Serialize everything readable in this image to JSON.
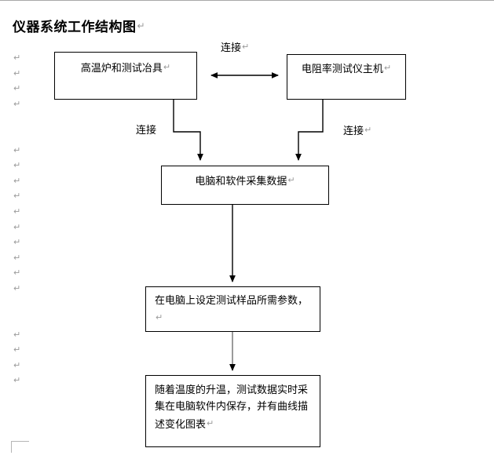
{
  "document": {
    "title": "仪器系统工作结构图",
    "pilcrow_glyph": "↵",
    "margin_marks_count": 22
  },
  "flowchart": {
    "boxes": [
      {
        "id": "furnace",
        "label": "高温炉和测试冶具"
      },
      {
        "id": "host",
        "label": "电阻率测试仪主机"
      },
      {
        "id": "acquire",
        "label": "电脑和软件采集数据"
      },
      {
        "id": "params",
        "label": "在电脑上设定测试样品所需参数，"
      },
      {
        "id": "record",
        "label": "随着温度的升温，测试数据实时采集在电脑软件内保存，并有曲线描述变化图表"
      }
    ],
    "labels": {
      "connect_top": "连接",
      "connect_left": "连接",
      "connect_right": "连接"
    },
    "colors": {
      "line": "#000000",
      "box_border": "#000000",
      "box_fill": "#ffffff",
      "text": "#000000",
      "pilcrow": "#9a9a9a",
      "boundary": "#b5b5b5"
    }
  }
}
